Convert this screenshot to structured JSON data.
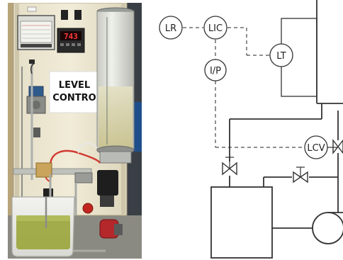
{
  "photo": {
    "sign_line1": "LEVEL",
    "sign_line2": "CONTRO",
    "controller_display": "743"
  },
  "pid": {
    "instruments": [
      {
        "id": "lr",
        "label": "LR",
        "icon": "recorder-bubble"
      },
      {
        "id": "lic",
        "label": "LIC",
        "icon": "controller-bubble"
      },
      {
        "id": "lt",
        "label": "LT",
        "icon": "transmitter-bubble"
      },
      {
        "id": "ip",
        "label": "I/P",
        "icon": "converter-bubble"
      },
      {
        "id": "lcv",
        "label": "LCV",
        "icon": "control-valve-bubble"
      }
    ]
  }
}
